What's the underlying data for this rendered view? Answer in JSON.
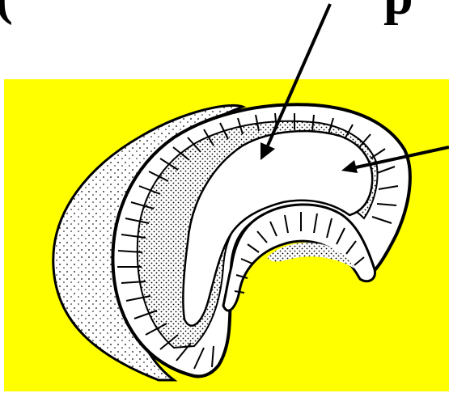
{
  "headline": {
    "left_fragment": "(",
    "right_fragment": "p"
  },
  "colors": {
    "panel_background": "#ffff00",
    "page_background": "#ffffff",
    "outline": "#000000",
    "cavity": "#ffffff"
  },
  "figure": {
    "subject": "embryo-cross-section-illustration",
    "pointer_count": 2
  }
}
